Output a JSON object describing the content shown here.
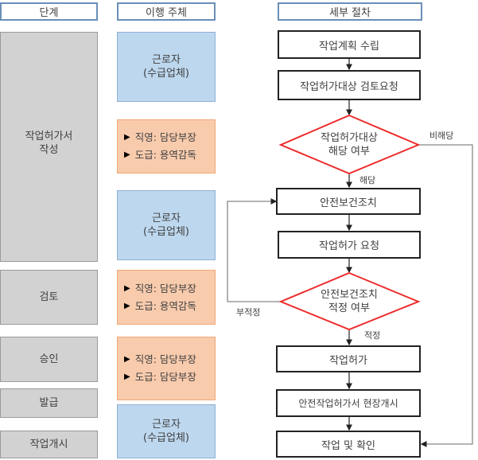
{
  "headers": {
    "stage": "단계",
    "actor": "이행 주체",
    "procedure": "세부 절차"
  },
  "stages": [
    {
      "label_line1": "작업허가서",
      "label_line2": "작성"
    },
    {
      "label": "검토"
    },
    {
      "label": "승인"
    },
    {
      "label": "발급"
    },
    {
      "label": "작업개시"
    }
  ],
  "actors": [
    {
      "type": "contractor",
      "line1": "근로자",
      "line2": "(수급업체)"
    },
    {
      "type": "manager",
      "line1": "직영: 담당부장",
      "line2": "도급: 용역감독"
    },
    {
      "type": "contractor",
      "line1": "근로자",
      "line2": "(수급업체)"
    },
    {
      "type": "manager",
      "line1": "직영: 담당부장",
      "line2": "도급: 용역감독"
    },
    {
      "type": "manager",
      "line1": "직영: 담당부장",
      "line2": "도급: 담당부장"
    },
    {
      "type": "contractor",
      "line1": "근로자",
      "line2": "(수급업체)"
    }
  ],
  "procedure": {
    "steps": [
      "작업계획 수립",
      "작업허가대상 검토요청",
      "안전보건조치",
      "작업허가 요청",
      "작업허가",
      "안전작업허가서 현장개시",
      "작업 및 확인"
    ],
    "decisions": [
      {
        "line1": "작업허가대상",
        "line2": "해당 여부",
        "yes_label": "해당",
        "no_label": "비해당"
      },
      {
        "line1": "안전보건조치",
        "line2": "적정 여부",
        "yes_label": "적정",
        "no_label": "부적정"
      }
    ]
  },
  "colors": {
    "stage_fill": "#d3d2d3",
    "contractor_fill": "#bdd7ee",
    "manager_fill": "#f8cbad",
    "decision_stroke": "#ee2d2d",
    "header_border": "#6a8fb8"
  }
}
